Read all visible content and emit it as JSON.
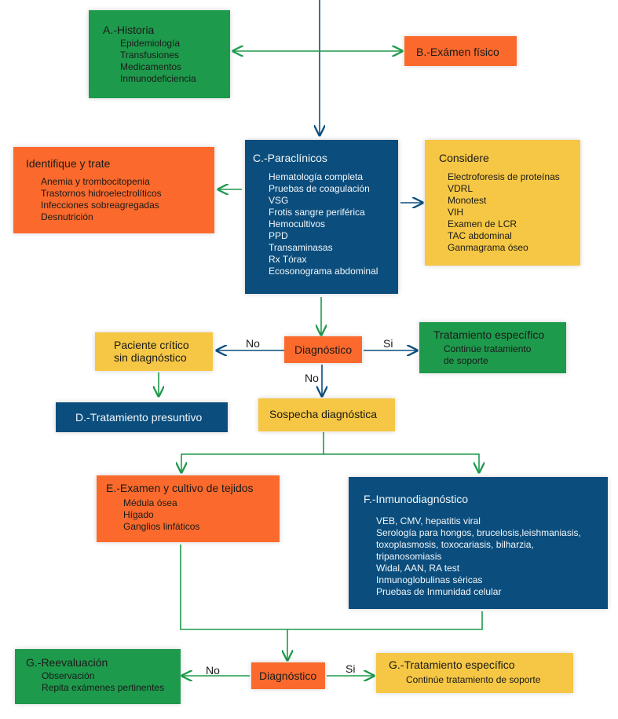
{
  "historia": {
    "title": "A.-Historia",
    "items": [
      "Epidemiología",
      "Transfusiones",
      "Medicamentos",
      "Inmunodeficiencia"
    ]
  },
  "examen_fisico": {
    "title": "B.-Exámen físico"
  },
  "identifique": {
    "title": "Identifique y trate",
    "items": [
      "Anemia y trombocitopenia",
      "Trastornos hidroelectrolíticos",
      "Infecciones sobreagregadas",
      "Desnutrición"
    ]
  },
  "paraclinicos": {
    "title": "C.-Paraclínicos",
    "items": [
      "Hematología completa",
      "Pruebas de coagulación",
      "VSG",
      "Frotis sangre periférica",
      "Hemocultivos",
      "PPD",
      "Transaminasas",
      "Rx Tórax",
      "Ecosonograma abdominal"
    ]
  },
  "considere": {
    "title": "Considere",
    "items": [
      "Electroforesis de proteínas",
      "VDRL",
      "Monotest",
      "VIH",
      "Examen de LCR",
      "TAC abdominal",
      "Ganmagrama óseo"
    ]
  },
  "diagnostico_1": {
    "title": "Diagnóstico"
  },
  "paciente_critico": {
    "title": "Paciente crítico sin diagnóstico"
  },
  "tratamiento_especifico_1": {
    "title": "Tratamiento específico",
    "items": [
      "Continúe tratamiento",
      "de soporte"
    ]
  },
  "tratamiento_presuntivo": {
    "title": "D.-Tratamiento presuntivo"
  },
  "sospecha": {
    "title": "Sospecha diagnóstica"
  },
  "examen_cultivo": {
    "title": "E.-Examen y cultivo de tejidos",
    "items": [
      "Médula ósea",
      "Hígado",
      "Ganglios linfáticos"
    ]
  },
  "inmunodiagnostico": {
    "title": "F.-Inmunodiagnóstico",
    "items": [
      "VEB, CMV, hepatitis viral",
      "Serología para hongos, brucelosis,leishmaniasis,",
      "toxoplasmosis, toxocariasis, bilharzia,",
      "tripanosomiasis",
      "Widal, AAN, RA test",
      "Inmunoglobulinas séricas",
      "Pruebas de Inmunidad celular"
    ]
  },
  "reevaluacion": {
    "title": "G.-Reevaluación",
    "items": [
      "Observación",
      "Repita exámenes pertinentes"
    ]
  },
  "diagnostico_2": {
    "title": "Diagnóstico"
  },
  "tratamiento_especifico_2": {
    "title": "G.-Tratamiento específico",
    "items": [
      "Continúe tratamiento de soporte"
    ]
  },
  "labels": {
    "no": "No",
    "si": "Si"
  },
  "colors": {
    "green": "#1e9a4c",
    "orange": "#fb6a2c",
    "navy": "#0b4e7d",
    "yellow": "#f6c744",
    "arrow_green": "#1e9a4c",
    "arrow_navy": "#0b4e7d"
  }
}
